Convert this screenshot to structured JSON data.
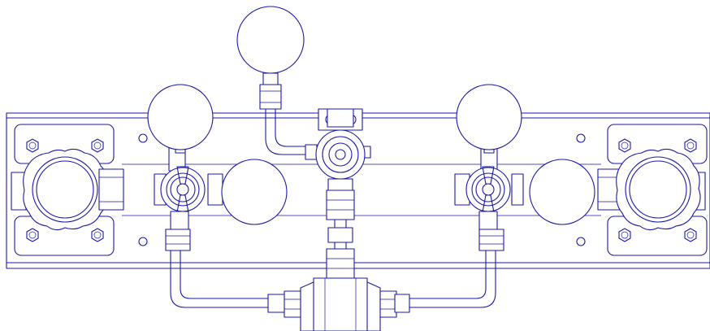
{
  "drawing": {
    "line_color": "#1a1aa8",
    "background": "#ffffff",
    "components": [
      "mounting-plate",
      "left-cylinder-connection",
      "right-cylinder-connection",
      "left-valve",
      "right-valve",
      "center-valve",
      "top-pressure-gauge",
      "left-upper-gauge",
      "left-lower-gauge",
      "right-upper-gauge",
      "right-lower-gauge",
      "outlet-tee"
    ]
  }
}
